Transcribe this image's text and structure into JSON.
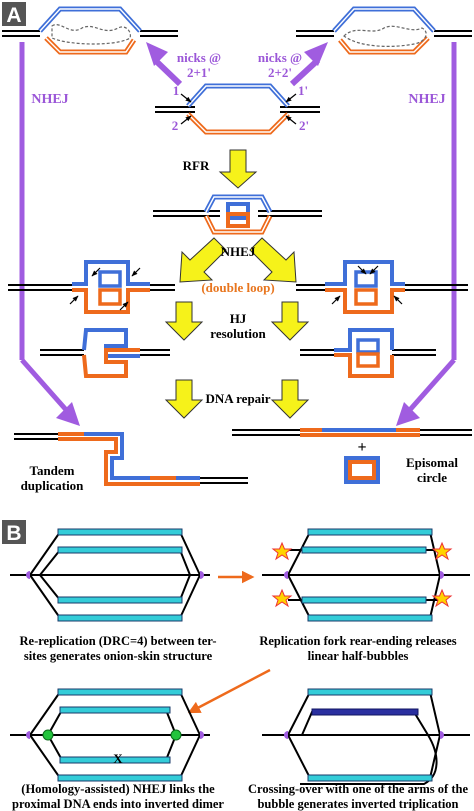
{
  "panel_a": {
    "label": "A",
    "nicks_left": [
      "nicks @",
      "2+1'"
    ],
    "nicks_right": [
      "nicks @",
      "2+2'"
    ],
    "nhej_side_left": "NHEJ",
    "nhej_side_right": "NHEJ",
    "site_1": "1",
    "site_1p": "1'",
    "site_2": "2",
    "site_2p": "2'",
    "rfr": "RFR",
    "nhej_center": "NHEJ",
    "double_loop": "(double loop)",
    "hj_resolution": [
      "HJ",
      "resolution"
    ],
    "dna_repair": "DNA repair",
    "tandem_duplication": [
      "Tandem",
      "duplication"
    ],
    "plus_sign": "+",
    "episomal_circle": [
      "Episomal",
      "circle"
    ]
  },
  "panel_b": {
    "label": "B",
    "caption_1": [
      "Re-replication (DRC=4) between ter-",
      "sites generates onion-skin structure"
    ],
    "caption_2": [
      "Replication fork rear-ending releases",
      "linear half-bubbles"
    ],
    "caption_3": [
      "(Homology-assisted) NHEJ links the",
      "proximal DNA ends into inverted dimer"
    ],
    "caption_4": [
      "Crossing-over with one of the arms of the",
      "bubble generates inverted triplication"
    ],
    "x_mark": "X"
  },
  "colors": {
    "blue": "#3f6fd8",
    "orange": "#ee6a1c",
    "purple": "#a05ce0",
    "yellow": "#f6f21a",
    "cyan": "#33ccd8",
    "dark_blue": "#2a2fa0",
    "green": "#22c43c"
  }
}
